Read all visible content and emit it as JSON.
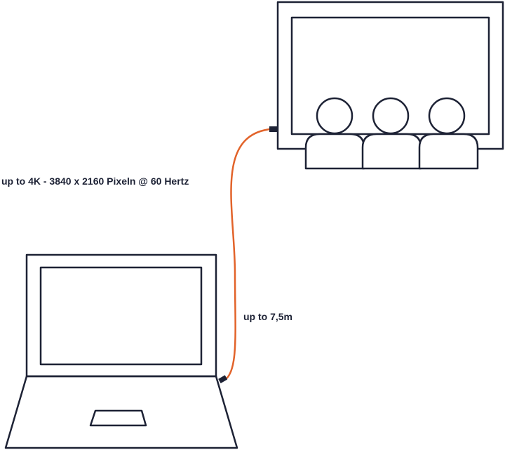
{
  "labels": {
    "resolution": "up to 4K - 3840 x 2160 Pixeln @ 60 Hertz",
    "cable_length": "up to 7,5m"
  },
  "colors": {
    "outline": "#1d2235",
    "cable": "#e2632a",
    "background": "#ffffff"
  },
  "icons": {
    "display": "tv-screen-icon",
    "audience": "audience-icon",
    "source": "laptop-icon",
    "cable": "hdmi-cable"
  }
}
